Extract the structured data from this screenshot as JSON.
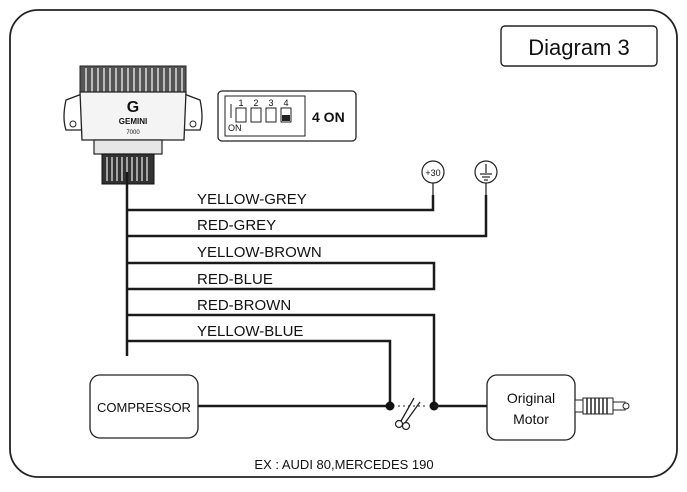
{
  "diagram": {
    "title": "Diagram 3",
    "footnote": "EX : AUDI 80,MERCEDES 190",
    "controller": {
      "brand": "GEMINI",
      "logo_letter": "G",
      "model": "7000"
    },
    "dip_switch": {
      "numbers": [
        "1",
        "2",
        "3",
        "4"
      ],
      "on_mark": "ON",
      "setting": "4 ON"
    },
    "terminals": {
      "plus30": "+30",
      "ground_icon": "ground-symbol"
    },
    "wires": [
      {
        "label": "YELLOW-GREY"
      },
      {
        "label": "RED-GREY"
      },
      {
        "label": "YELLOW-BROWN"
      },
      {
        "label": "RED-BLUE"
      },
      {
        "label": "RED-BROWN"
      },
      {
        "label": "YELLOW-BLUE"
      }
    ],
    "compressor": "COMPRESSOR",
    "motor": {
      "line1": "Original",
      "line2": "Motor"
    },
    "scissors_icon": "scissors-cut-symbol"
  }
}
